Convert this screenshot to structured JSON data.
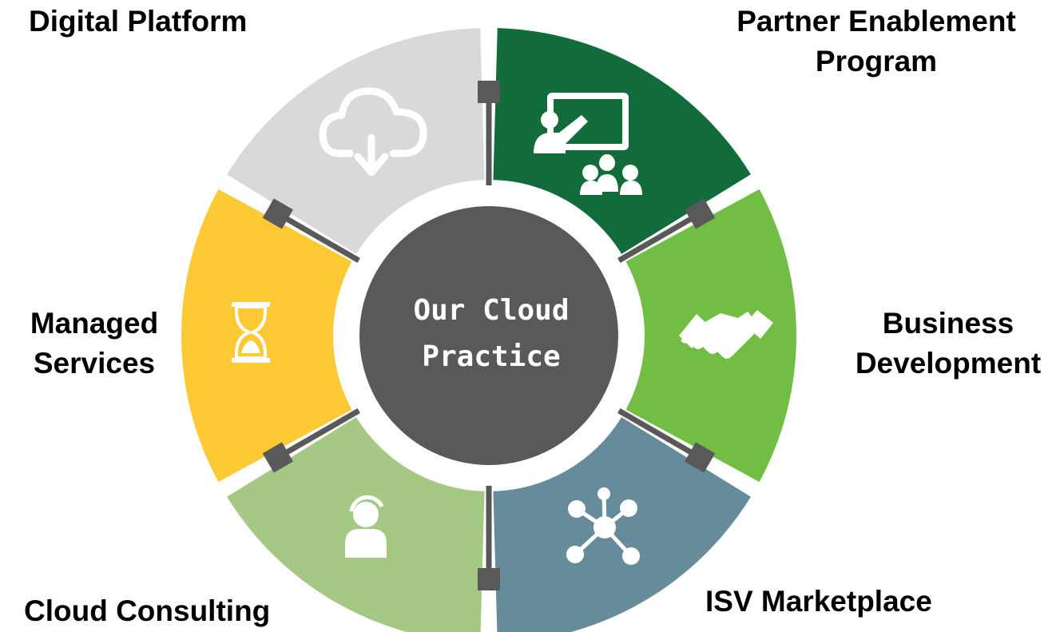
{
  "diagram": {
    "center": {
      "lines": [
        "Our Cloud",
        "Practice"
      ]
    },
    "colors": {
      "hub": "#595959",
      "connector": "#595959",
      "white_ring": "#ffffff"
    },
    "segments": [
      {
        "id": "partner-enablement-program",
        "lines": [
          "Partner Enablement",
          "Program"
        ],
        "color": "#116b3a",
        "icon": "presentation-teacher-icon"
      },
      {
        "id": "business-development",
        "lines": [
          "Business",
          "Development"
        ],
        "color": "#72be45",
        "icon": "handshake-icon"
      },
      {
        "id": "isv-marketplace",
        "lines": [
          "ISV Marketplace"
        ],
        "color": "#668b9b",
        "icon": "network-hub-icon"
      },
      {
        "id": "cloud-consulting",
        "lines": [
          "Cloud Consulting"
        ],
        "color": "#a5c985",
        "icon": "headset-agent-icon"
      },
      {
        "id": "managed-services",
        "lines": [
          "Managed",
          "Services"
        ],
        "color": "#fdc934",
        "icon": "hourglass-icon"
      },
      {
        "id": "digital-platform",
        "lines": [
          "Digital Platform"
        ],
        "color": "#d9d9d9",
        "icon": "cloud-download-icon"
      }
    ]
  }
}
